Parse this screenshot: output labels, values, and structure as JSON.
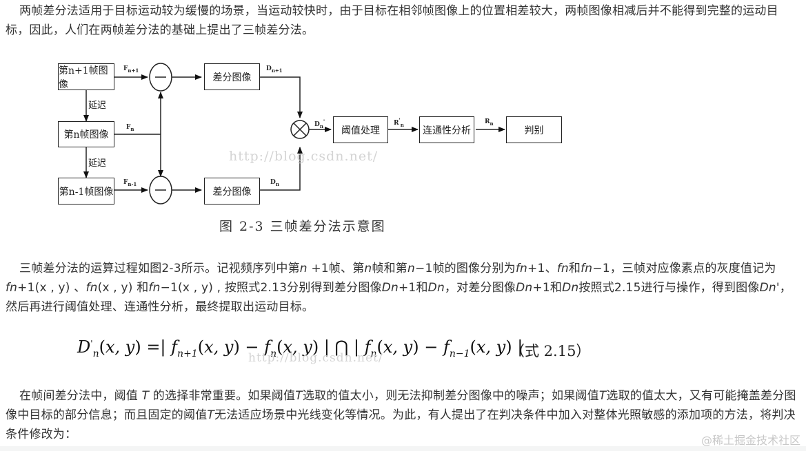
{
  "paragraphs": {
    "p1": "两帧差分法适用于目标运动较为缓慢的场景，当运动较快时，由于目标在相邻帧图像上的位置相差较大，两帧图像相减后并不能得到完整的运动目标，因此，人们在两帧差分法的基础上提出了三帧差分法。",
    "p2_parts": {
      "a": "三帧差分法的运算过程如图2-3所示。记视频序列中第",
      "n1": "n",
      "b": " +1帧、第",
      "n2": "n",
      "c": "帧和第",
      "n3": "n",
      "d": "−1帧的图像分别为",
      "f1": "fn",
      "e": "+1、",
      "f2": "fn",
      "f": "和",
      "f3": "fn",
      "g": "−1，三帧对应像素点的灰度值记为",
      "f4": "fn",
      "h": "+1(x , y) 、",
      "f5": "fn",
      "i": "(x , y) 和",
      "f6": "fn",
      "j": "−1(x , y) , 按照式2.13分别得到差分图像",
      "d1": "Dn",
      "k": "+1和",
      "d2": "Dn",
      "l": "，对差分图像",
      "d3": "Dn",
      "m": "+1和",
      "d4": "Dn",
      "o": "按照式2.15进行与操作，得到图像",
      "d5": "Dn'",
      "p": "，然后再进行阈值处理、连通性分析，最终提取出运动目标。"
    },
    "p3_parts": {
      "a": "在帧间差分法中，阈值 ",
      "t1": "T",
      "b": " 的选择非常重要。如果阈值",
      "t2": "T",
      "c": "选取的值太小，则无法抑制差分图像中的噪声；如果阈值",
      "t3": "T",
      "d": "选取的值太大，又有可能掩盖差分图像中目标的部分信息；而且固定的阈值",
      "t4": "T",
      "e": "无法适应场景中光线变化等情况。为此，有人提出了在判决条件中加入对整体光照敏感的添加项的方法，将判决条件修改为："
    }
  },
  "diagram": {
    "boxes": {
      "frame_n_plus_1": "第n+1帧图像",
      "frame_n": "第n帧图像",
      "frame_n_minus_1": "第n-1帧图像",
      "diff_top": "差分图像",
      "diff_bottom": "差分图像",
      "threshold": "阈值处理",
      "connectivity": "连通性分析",
      "judge": "判别"
    },
    "delay_label": "延迟",
    "minus_symbol": "—",
    "labels": {
      "F": "F",
      "D": "D",
      "R": "R",
      "sub_n_plus_1": "n+1",
      "sub_n": "n",
      "sub_n_minus_1": "n-1",
      "prime": "'"
    },
    "caption": "图  2-3  三帧差分法示意图",
    "watermark": "http://blog.csdn.net/"
  },
  "formula": {
    "text": "D'n(x,y) = | fn+1(x,y) − fn(x,y) | ∩ | fn(x,y) − fn−1(x,y) |",
    "equation_number": "（式 2.15）",
    "watermark": "http://blog.csdn.net/"
  },
  "footer": {
    "site_watermark": "@稀土掘金技术社区"
  }
}
